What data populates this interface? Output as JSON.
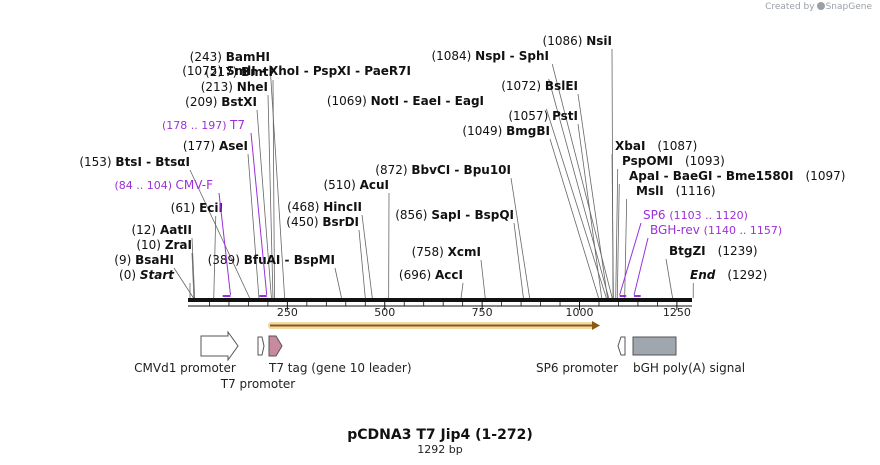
{
  "credit": {
    "created_by": "Created by",
    "brand": "SnapGene"
  },
  "title": "pCDNA3 T7 Jip4 (1-272)",
  "length_label": "1292 bp",
  "axis_ticks": [
    "250",
    "500",
    "750",
    "1000",
    "1250"
  ],
  "enzymes": [
    {
      "pos": "(0)",
      "names": [
        "Start"
      ]
    },
    {
      "pos": "(9)",
      "names": [
        "BsaHI"
      ]
    },
    {
      "pos": "(10)",
      "names": [
        "ZraI"
      ]
    },
    {
      "pos": "(12)",
      "names": [
        "AatII"
      ]
    },
    {
      "pos": "(61)",
      "names": [
        "EciI"
      ]
    },
    {
      "pos": "(153)",
      "names": [
        "BtsI",
        "BtsαI"
      ]
    },
    {
      "pos": "(177)",
      "names": [
        "AseI"
      ]
    },
    {
      "pos": "(209)",
      "names": [
        "BstXI"
      ]
    },
    {
      "pos": "(213)",
      "names": [
        "NheI"
      ]
    },
    {
      "pos": "(217)",
      "names": [
        "BmtI"
      ]
    },
    {
      "pos": "(243)",
      "names": [
        "BamHI"
      ]
    },
    {
      "pos": "(389)",
      "names": [
        "BfuAI",
        "BspMI"
      ]
    },
    {
      "pos": "(450)",
      "names": [
        "BsrDI"
      ]
    },
    {
      "pos": "(468)",
      "names": [
        "HincII"
      ]
    },
    {
      "pos": "(510)",
      "names": [
        "AcuI"
      ]
    },
    {
      "pos": "(696)",
      "names": [
        "AccI"
      ]
    },
    {
      "pos": "(758)",
      "names": [
        "XcmI"
      ]
    },
    {
      "pos": "(856)",
      "names": [
        "SapI",
        "BspQI"
      ]
    },
    {
      "pos": "(872)",
      "names": [
        "BbvCI",
        "Bpu10I"
      ]
    },
    {
      "pos": "(1049)",
      "names": [
        "BmgBI"
      ]
    },
    {
      "pos": "(1057)",
      "names": [
        "PstI"
      ]
    },
    {
      "pos": "(1069)",
      "names": [
        "NotI",
        "EaeI",
        "EagI"
      ]
    },
    {
      "pos": "(1072)",
      "names": [
        "BslEI"
      ]
    },
    {
      "pos": "(1075)",
      "names": [
        "SmlI",
        "XhoI",
        "PspXI",
        "PaeR7I"
      ]
    },
    {
      "pos": "(1084)",
      "names": [
        "NspI",
        "SphI"
      ]
    },
    {
      "pos": "(1086)",
      "names": [
        "NsiI"
      ]
    },
    {
      "pos": "(1087)",
      "names": [
        "XbaI"
      ]
    },
    {
      "pos": "(1093)",
      "names": [
        "PspOMI"
      ]
    },
    {
      "pos": "(1097)",
      "names": [
        "ApaI",
        "BaeGI",
        "Bme1580I"
      ]
    },
    {
      "pos": "(1116)",
      "names": [
        "MslI"
      ]
    },
    {
      "pos": "(1239)",
      "names": [
        "BtgZI"
      ]
    },
    {
      "pos": "(1292)",
      "names": [
        "End"
      ]
    }
  ],
  "primers": [
    {
      "name": "T7",
      "range": "(178 .. 197)"
    },
    {
      "name": "CMV-F",
      "range": "(84 .. 104)"
    },
    {
      "name": "SP6",
      "range": "(1103 .. 1120)"
    },
    {
      "name": "BGH-rev",
      "range": "(1140 .. 1157)"
    }
  ],
  "features": [
    {
      "label": "CMVd1 promoter"
    },
    {
      "label": "T7 promoter"
    },
    {
      "label": "T7 tag (gene 10 leader)"
    },
    {
      "label": "SP6 promoter"
    },
    {
      "label": "bGH poly(A) signal"
    }
  ],
  "colors": {
    "primer": "#9b30d9",
    "orf_fill": "#f0a830",
    "t7tag_fill": "#c78aa0",
    "bgh_fill": "#a0a6ae",
    "backbone": "#111111"
  }
}
